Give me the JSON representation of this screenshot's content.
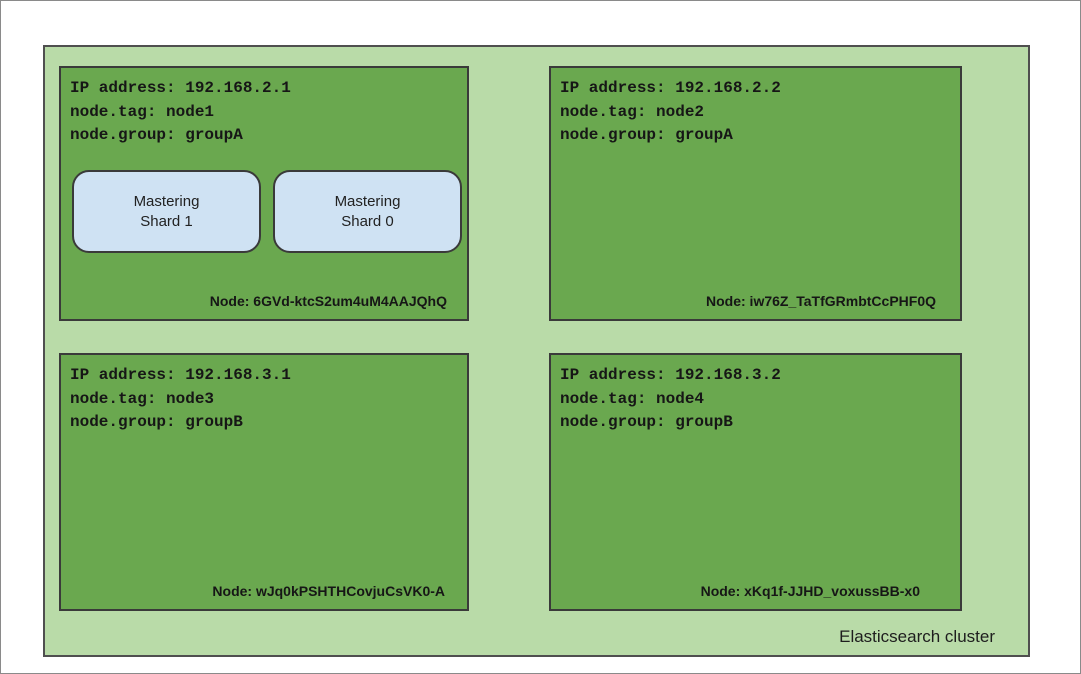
{
  "cluster": {
    "label": "Elasticsearch cluster"
  },
  "nodes": [
    {
      "ip_line": "IP address: 192.168.2.1",
      "tag_line": "node.tag: node1",
      "group_line": "node.group: groupA",
      "node_id": "Node: 6GVd-ktcS2um4uM4AAJQhQ",
      "shards": [
        {
          "line1": "Mastering",
          "line2": "Shard 1"
        },
        {
          "line1": "Mastering",
          "line2": "Shard 0"
        }
      ]
    },
    {
      "ip_line": "IP address: 192.168.2.2",
      "tag_line": "node.tag: node2",
      "group_line": "node.group: groupA",
      "node_id": "Node: iw76Z_TaTfGRmbtCcPHF0Q",
      "shards": []
    },
    {
      "ip_line": "IP address: 192.168.3.1",
      "tag_line": "node.tag: node3",
      "group_line": "node.group: groupB",
      "node_id": "Node: wJq0kPSHTHCovjuCsVK0-A",
      "shards": []
    },
    {
      "ip_line": "IP address: 192.168.3.2",
      "tag_line": "node.tag: node4",
      "group_line": "node.group: groupB",
      "node_id": "Node: xKq1f-JJHD_voxussBB-x0",
      "shards": []
    }
  ],
  "colors": {
    "cluster_fill": "#b9dba8",
    "node_fill": "#6aa84f",
    "shard_fill": "#cfe2f3",
    "border": "#3a3a3a"
  }
}
